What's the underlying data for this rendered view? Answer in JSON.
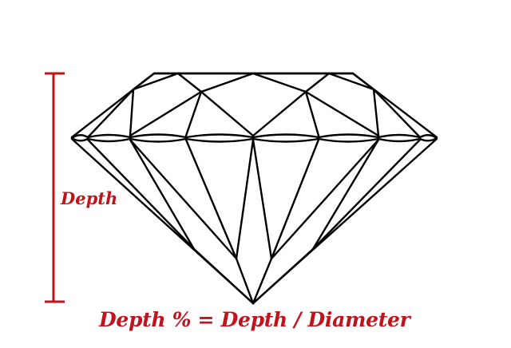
{
  "diagram": {
    "subject": "Round brilliant diamond side profile",
    "depth_label": "Depth",
    "formula": "Depth % = Depth / Diameter",
    "colors": {
      "annotation": "#c0141c",
      "outline": "#000000",
      "background": "#ffffff"
    },
    "parts": [
      "table",
      "crown",
      "girdle",
      "pavilion",
      "culet",
      "depth-bracket"
    ]
  }
}
